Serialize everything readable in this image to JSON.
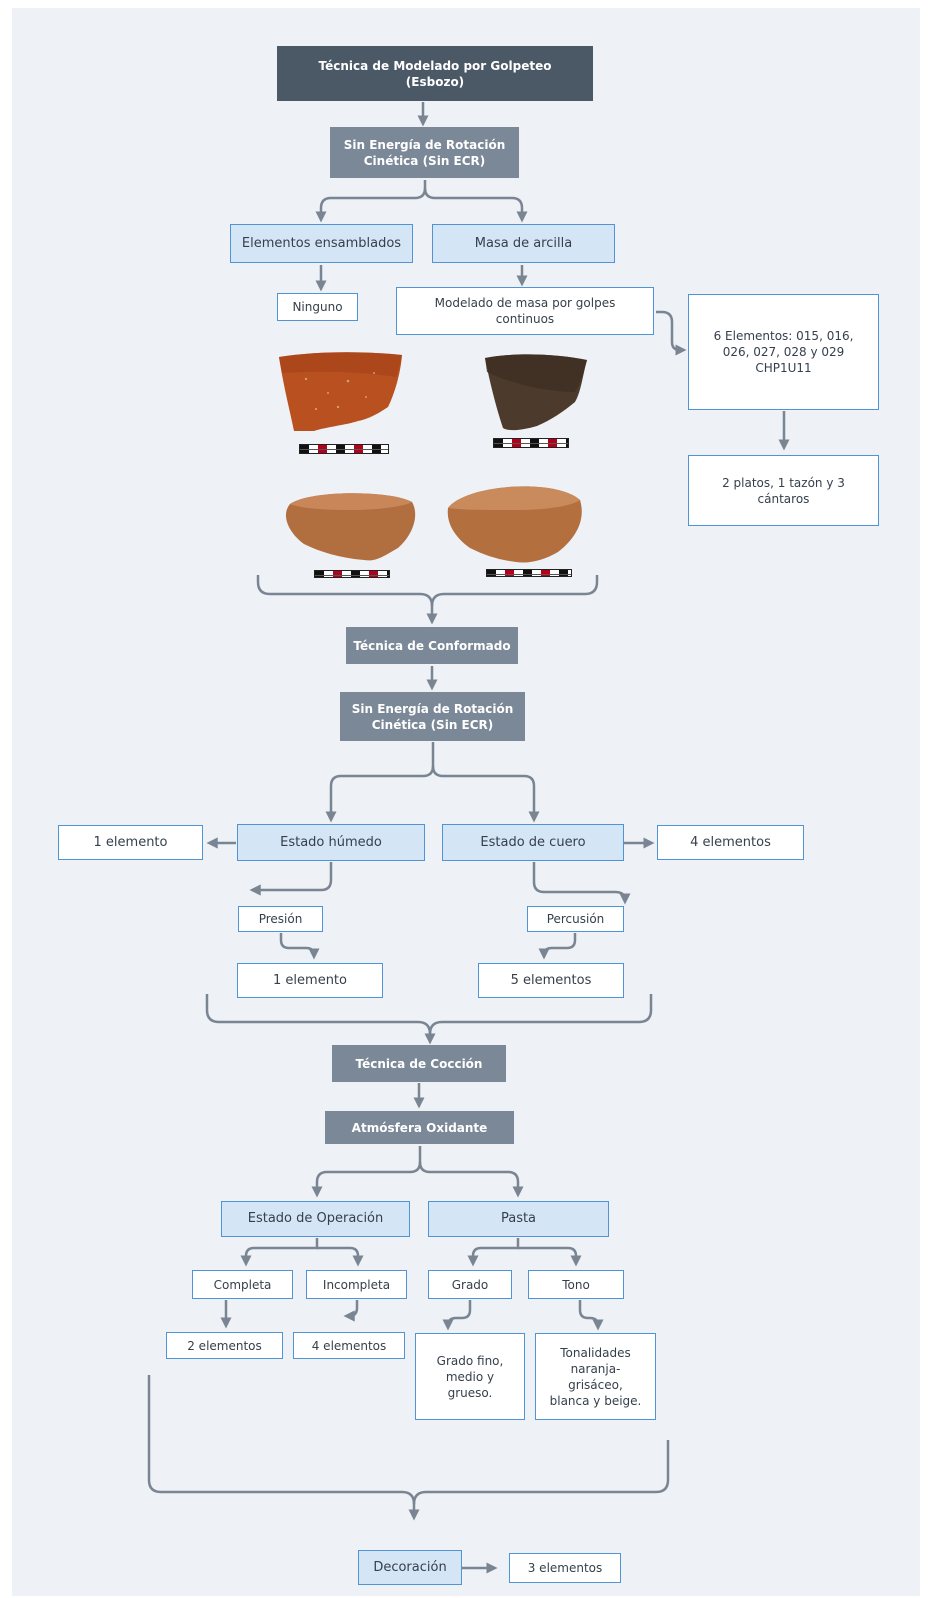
{
  "diagram": {
    "shaping_title": "Técnica de Modelado por Golpeteo\n(Esbozo)",
    "shaping_energy": "Sin Energía de Rotación\nCinética (Sin ECR)",
    "assembled_elements": "Elementos ensamblados",
    "clay_mass": "Masa de arcilla",
    "none": "Ninguno",
    "mass_modeling": "Modelado de masa por golpes\ncontinuos",
    "six_elements": "6 Elementos: 015, 016,\n026, 027, 028 y 029\nCHP1U11",
    "vessel_types": "2 platos, 1 tazón y 3\ncántaros",
    "forming_title": "Técnica de Conformado",
    "forming_energy": "Sin Energía de Rotación\nCinética (Sin ECR)",
    "humid_state": "Estado húmedo",
    "leather_state": "Estado de cuero",
    "humid_count": "1  elemento",
    "leather_count": "4  elementos",
    "pressure": "Presión",
    "percussion": "Percusión",
    "pressure_count": "1 elemento",
    "percussion_count": "5  elementos",
    "firing_title": "Técnica de Cocción",
    "atmosphere": "Atmósfera Oxidante",
    "operation_state": "Estado de Operación",
    "paste": "Pasta",
    "complete": "Completa",
    "incomplete": "Incompleta",
    "grade": "Grado",
    "tone": "Tono",
    "complete_count": "2 elementos",
    "incomplete_count": "4 elementos",
    "grade_desc": "Grado fino,\nmedio y\ngrueso.",
    "tone_desc": "Tonalidades\nnaranja-\ngrisáceo,\nblanca y  beige.",
    "decoration": "Decoración",
    "decoration_count": "3 elementos"
  },
  "colors": {
    "dark_box": "#4b5866",
    "grey_box": "#7b8897",
    "blue_fill": "#d4e5f6",
    "blue_border": "#4f95d6",
    "connector": "#7a8593",
    "background": "#eef1f5"
  },
  "icons": {
    "photos": [
      "sherd-orange-photo",
      "sherd-dark-photo",
      "bowl-left-photo",
      "bowl-right-photo"
    ],
    "scales": [
      "scale-bar-cm",
      "scale-bar-cm",
      "scale-bar",
      "scale-bar"
    ]
  }
}
